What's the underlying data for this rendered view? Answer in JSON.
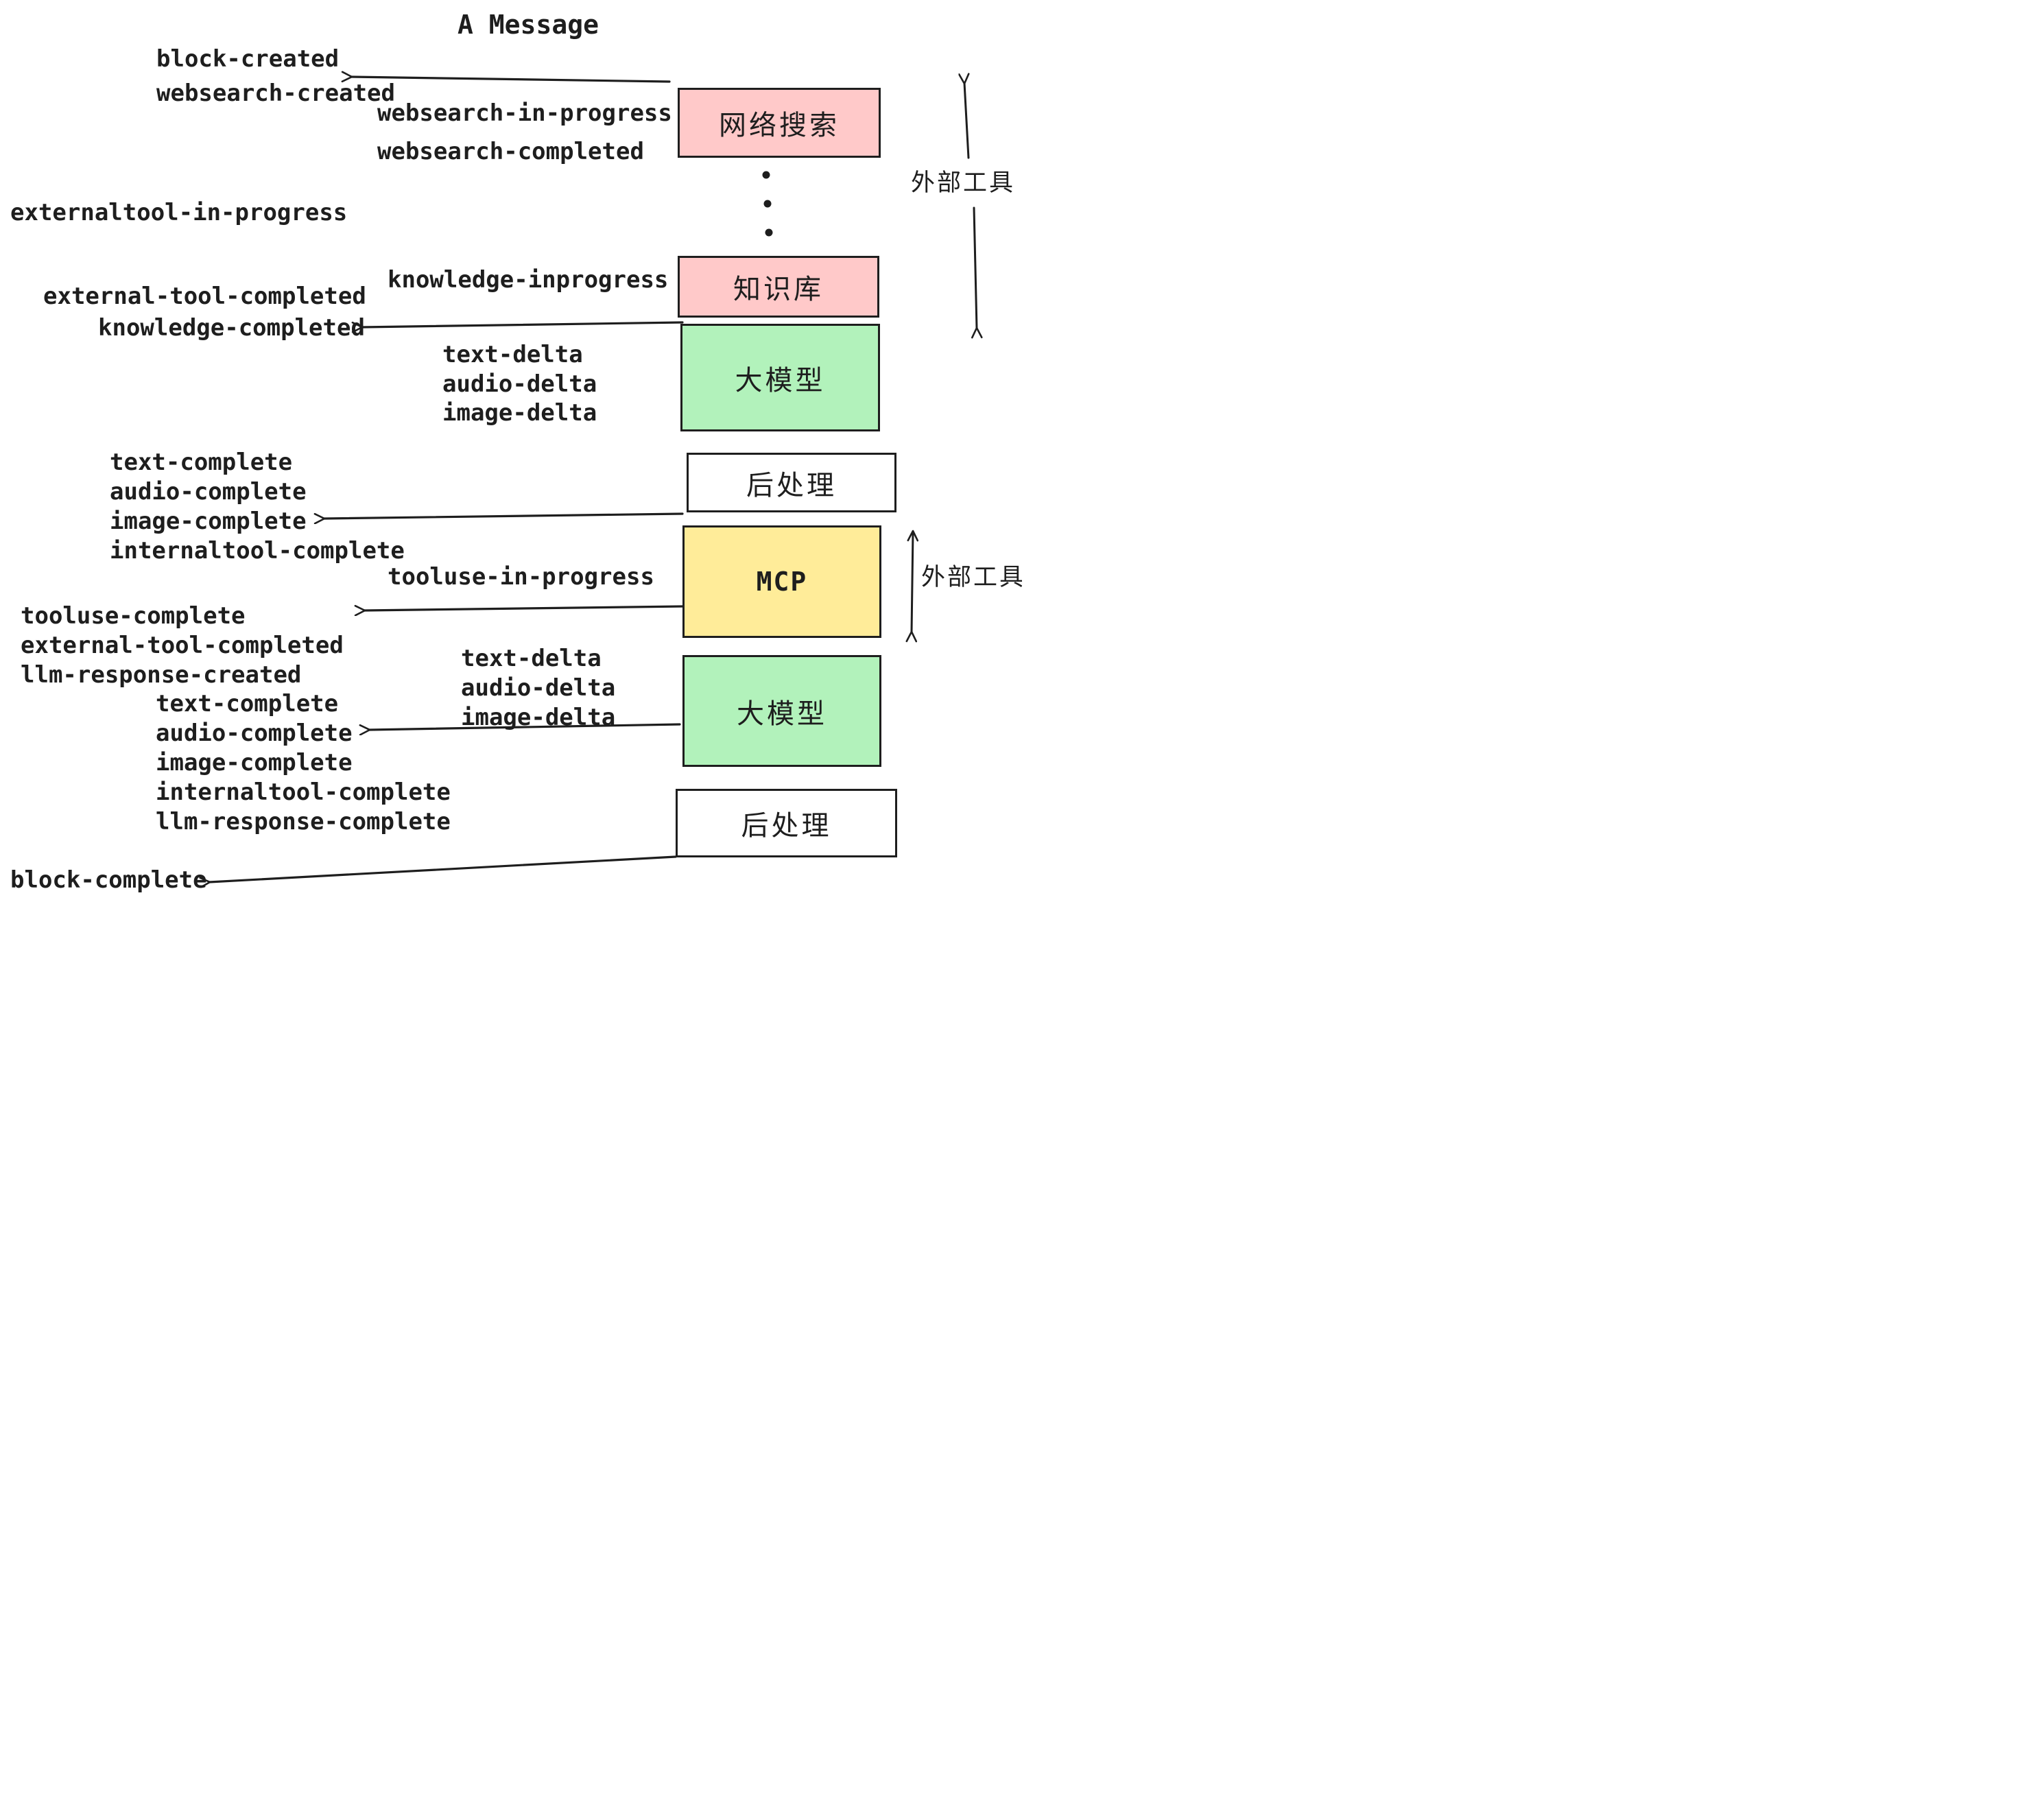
{
  "title": "A Message",
  "colors": {
    "pink": "#ffc9c9",
    "green": "#b2f2bb",
    "yellow": "#ffec99",
    "white": "#ffffff",
    "ink": "#1e1e1e"
  },
  "boxes": [
    {
      "id": "websearch",
      "label": "网络搜索",
      "color": "#ffc9c9"
    },
    {
      "id": "knowledge",
      "label": "知识库",
      "color": "#ffc9c9"
    },
    {
      "id": "llm-1",
      "label": "大模型",
      "color": "#b2f2bb"
    },
    {
      "id": "post-1",
      "label": "后处理",
      "color": "#ffffff"
    },
    {
      "id": "mcp",
      "label": "MCP",
      "color": "#ffec99"
    },
    {
      "id": "llm-2",
      "label": "大模型",
      "color": "#b2f2bb"
    },
    {
      "id": "post-2",
      "label": "后处理",
      "color": "#ffffff"
    }
  ],
  "events": {
    "left": [
      "block-created",
      "websearch-created",
      "externaltool-in-progress",
      "external-tool-completed",
      "knowledge-completed",
      "text-complete",
      "audio-complete",
      "image-complete",
      "internaltool-complete",
      "tooluse-complete",
      "external-tool-completed",
      "llm-response-created",
      "text-complete",
      "audio-complete",
      "image-complete",
      "internaltool-complete",
      "llm-response-complete",
      "block-complete"
    ],
    "middle": [
      "websearch-in-progress",
      "websearch-completed",
      "knowledge-inprogress",
      "text-delta",
      "audio-delta",
      "image-delta",
      "tooluse-in-progress",
      "text-delta",
      "audio-delta",
      "image-delta"
    ]
  },
  "annotations": {
    "external_tools_1": "外部工具",
    "external_tools_2": "外部工具"
  }
}
